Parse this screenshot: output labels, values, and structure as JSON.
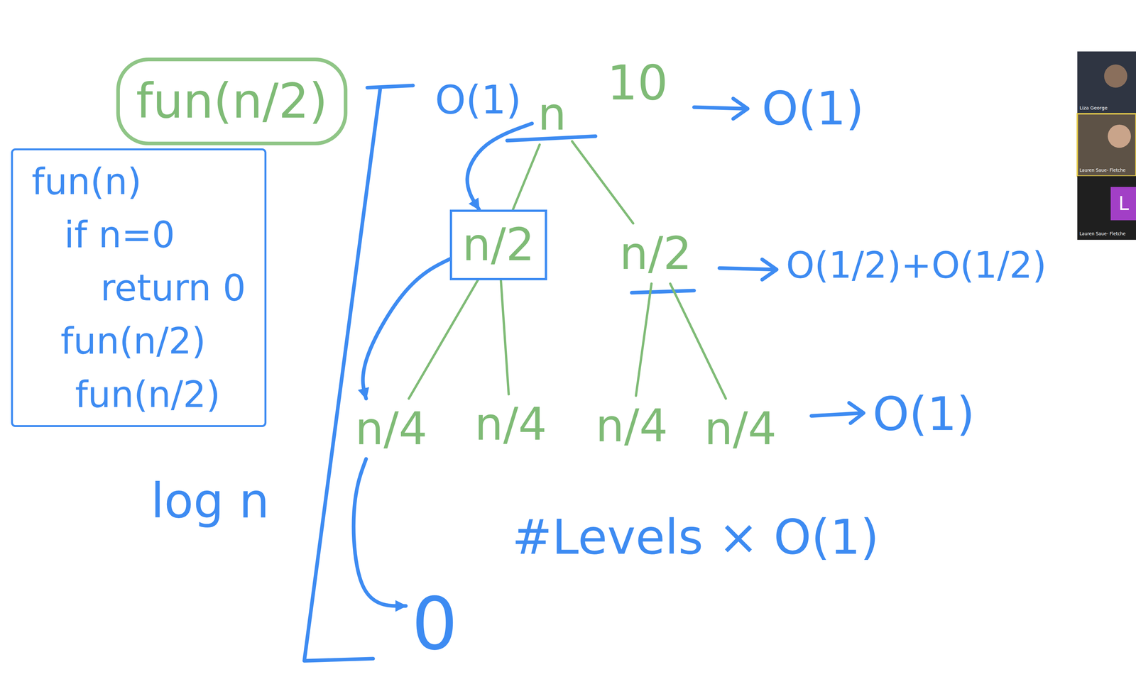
{
  "diagram": {
    "nodes": [
      {
        "text": [
          "fun(n)",
          "if n=0",
          "return 0",
          "fun(n/2)",
          "fun(n/2)"
        ]
      },
      {
        "text": [
          "n"
        ]
      },
      {
        "text": [
          "n/2"
        ]
      },
      {
        "text": [
          "n/2"
        ]
      },
      {
        "text": [
          "n/4"
        ]
      },
      {
        "text": [
          "n/4"
        ]
      },
      {
        "text": [
          "n/4"
        ]
      },
      {
        "text": [
          "n/4"
        ]
      },
      {
        "text": [
          "0"
        ]
      }
    ],
    "edges": [
      {
        "from": 1,
        "to": 2,
        "arrow": "none"
      },
      {
        "from": 1,
        "to": 3,
        "arrow": "none"
      },
      {
        "from": 2,
        "to": 4,
        "arrow": "none"
      },
      {
        "from": 2,
        "to": 5,
        "arrow": "none"
      },
      {
        "from": 3,
        "to": 6,
        "arrow": "none"
      },
      {
        "from": 3,
        "to": 7,
        "arrow": "none"
      },
      {
        "from": 1,
        "to": 2,
        "arrow": "to"
      },
      {
        "from": 2,
        "to": 4,
        "arrow": "to"
      },
      {
        "from": 4,
        "to": 8,
        "arrow": "to"
      }
    ],
    "labels": [
      "fun(n/2)",
      "log n",
      "O(1)",
      "10",
      "O(1)",
      "O(1/2)+O(1/2)",
      "O(1)",
      "#Levels × O(1)",
      "Liza George",
      "Lauren Saue- Fletche",
      "L",
      "Lauren Saue- Fletche"
    ]
  }
}
